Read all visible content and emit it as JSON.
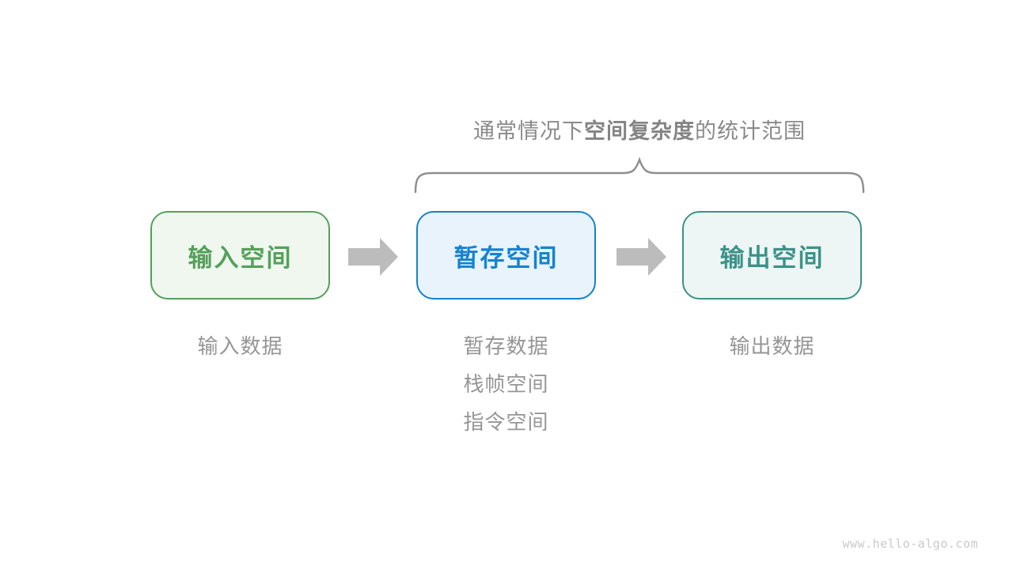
{
  "title": {
    "prefix": "通常情况下",
    "bold": "空间复杂度",
    "suffix": "的统计范围",
    "color": "#8a8a8a"
  },
  "brace": {
    "color": "#8f8f8f",
    "spans_boxes": [
      "temp-space",
      "output-space"
    ]
  },
  "flow": {
    "arrow_color": "#bcbcbc",
    "boxes": [
      {
        "id": "input-space",
        "label": "输入空间",
        "border_color": "#55a05a",
        "text_color": "#55a05a",
        "fill_color": "#eff7ef",
        "notes": [
          "输入数据"
        ]
      },
      {
        "id": "temp-space",
        "label": "暂存空间",
        "border_color": "#1581cc",
        "text_color": "#1583d0",
        "fill_color": "#e9f3fc",
        "notes": [
          "暂存数据",
          "栈帧空间",
          "指令空间"
        ]
      },
      {
        "id": "output-space",
        "label": "输出空间",
        "border_color": "#3b9289",
        "text_color": "#3b9289",
        "fill_color": "#edf6f4",
        "notes": [
          "输出数据"
        ]
      }
    ]
  },
  "footer": {
    "watermark": "www.hello-algo.com"
  }
}
